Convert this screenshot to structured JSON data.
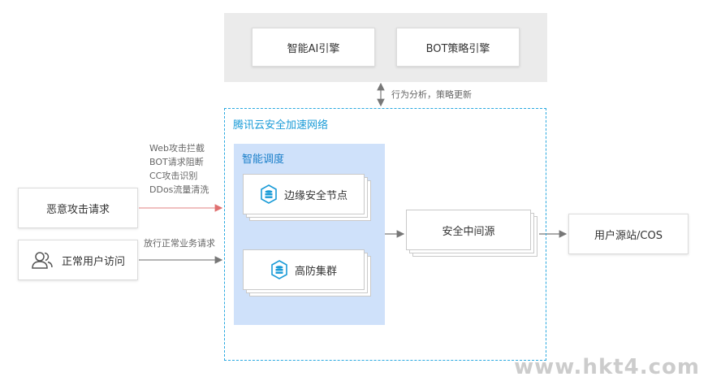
{
  "engines": {
    "ai_engine": "智能AI引擎",
    "bot_engine": "BOT策略引擎",
    "feedback_label": "行为分析，策略更新"
  },
  "network": {
    "title": "腾讯云安全加速网络",
    "dispatch_title": "智能调度",
    "edge_node": "边缘安全节点",
    "high_defense": "高防集群",
    "secure_origin": "安全中间源"
  },
  "sources": {
    "malicious": "恶意攻击请求",
    "normal": "正常用户访问",
    "malicious_actions": [
      "Web攻击拦截",
      "BOT请求阻断",
      "CC攻击识别",
      "DDos流量清洗"
    ],
    "normal_action": "放行正常业务请求"
  },
  "destination": {
    "label": "用户源站/COS"
  },
  "watermark": "www.hkt4.com",
  "colors": {
    "accent_blue": "#1a9bd7",
    "dispatch_bg": "#cfe1fa",
    "attack_line": "#e89a9a",
    "normal_line": "#888888"
  }
}
